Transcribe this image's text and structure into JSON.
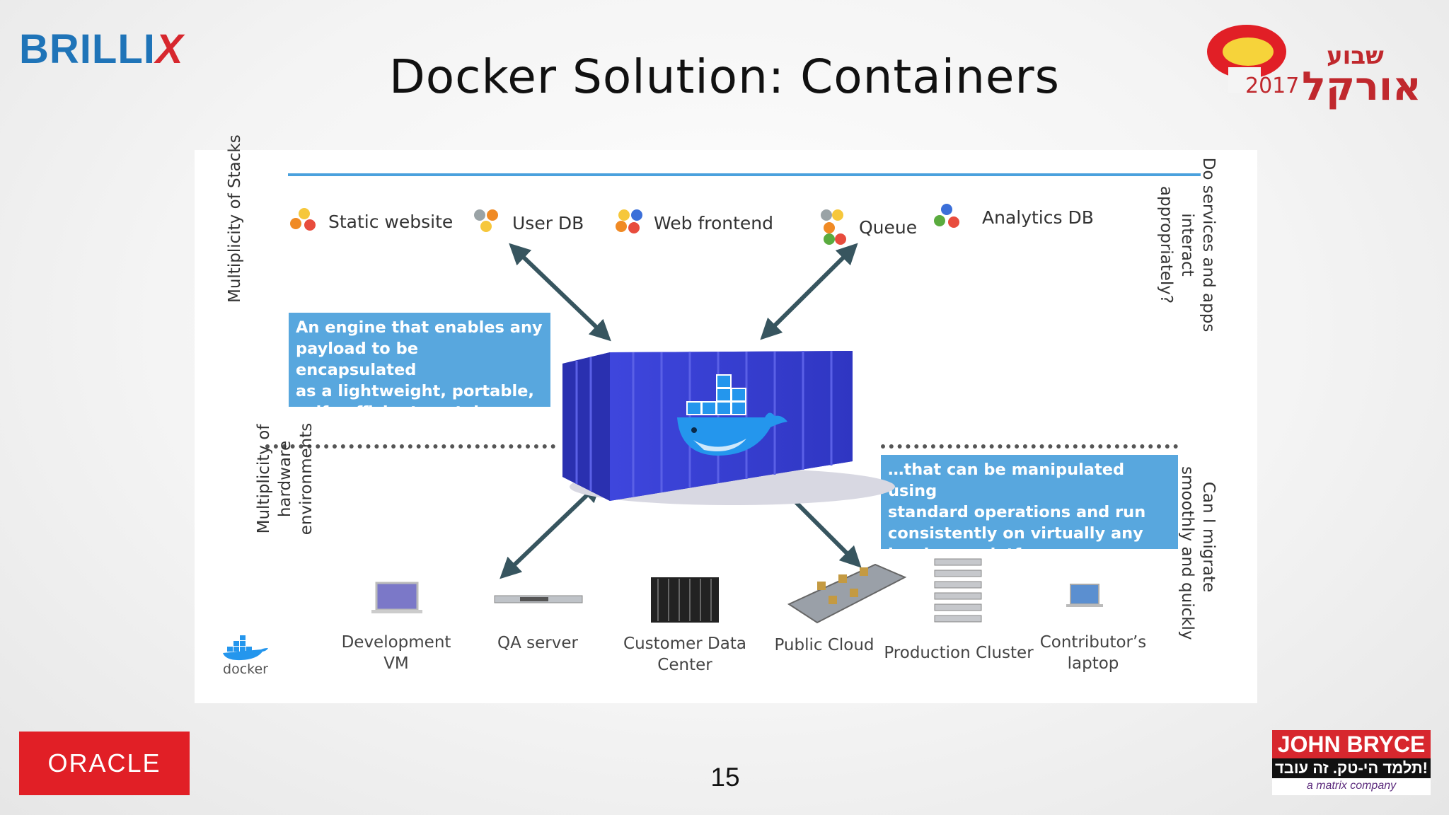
{
  "slide": {
    "title": "Docker Solution: Containers",
    "page_number": "15"
  },
  "logos": {
    "brillix_main": "BRILLI",
    "brillix_x": "X",
    "oracle_week_hebrew_top": "שבוע",
    "oracle_week_hebrew_main": "אורקל",
    "oracle_week_year": "2017",
    "oracle": "ORACLE",
    "john_bryce": "JOHN BRYCE",
    "john_bryce_hebrew": "תלמד הי-טק. זה עובד!",
    "john_bryce_tagline": "a matrix company",
    "docker_small": "docker"
  },
  "diagram": {
    "stacks": [
      {
        "label": "Static website",
        "icon": "colored-dots-icon"
      },
      {
        "label": "User DB",
        "icon": "colored-dots-icon"
      },
      {
        "label": "Web frontend",
        "icon": "colored-dots-icon"
      },
      {
        "label": "Queue",
        "icon": "colored-dots-icon"
      },
      {
        "label": "Analytics DB",
        "icon": "colored-dots-icon"
      }
    ],
    "left_top_label": "Multiplicity of Stacks",
    "left_bottom_label_lines": [
      "Multiplicity of",
      "hardware",
      "environments"
    ],
    "right_top_label_lines": [
      "Do services and apps",
      "interact",
      "appropriately?"
    ],
    "right_bottom_label_lines": [
      "Can I migrate",
      "smoothly and quickly"
    ],
    "callout_top": "An engine that enables any\npayload to be encapsulated\nas a lightweight, portable,\nself-sufficient  container…",
    "callout_bottom": "…that  can be manipulated using\nstandard operations and run\nconsistently on virtually any\nhardware platform",
    "hardware": [
      {
        "label": "Development\nVM",
        "icon": "laptop-icon"
      },
      {
        "label": "QA server",
        "icon": "rack-server-icon"
      },
      {
        "label": "Customer Data\nCenter",
        "icon": "blade-server-icon"
      },
      {
        "label": "Public Cloud",
        "icon": "motherboard-icon"
      },
      {
        "label": "Production Cluster",
        "icon": "server-stack-icon"
      },
      {
        "label": "Contributor’s\nlaptop",
        "icon": "laptop-icon"
      }
    ],
    "colors": {
      "callout": "#58a7de",
      "container": "#3b41d6",
      "arrow": "#37555f",
      "rule": "#4aa1dd",
      "docker_whale": "#2496ed"
    }
  }
}
